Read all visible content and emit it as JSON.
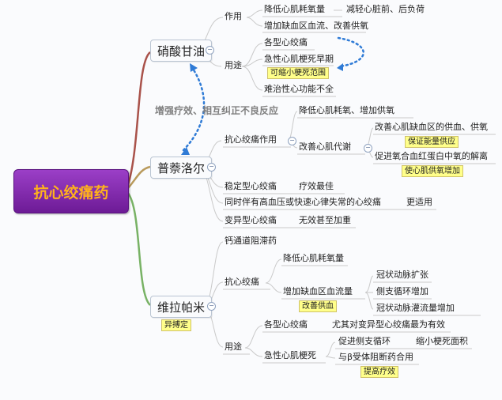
{
  "root": "抗心绞痛药",
  "relation": "增强疗效、相互纠正不良反应",
  "b1": {
    "title": "硝酸甘油",
    "action": "作用",
    "action1": "降低心肌耗氧量",
    "action1_result": "减轻心脏前、后负荷",
    "action2": "增加缺血区血流、改善供氧",
    "use": "用途",
    "use1": "各型心绞痛",
    "use2": "急性心肌梗死早期",
    "use2_note": "可缩小梗死范围",
    "use3": "难治性心功能不全"
  },
  "b2": {
    "title": "普萘洛尔",
    "action": "抗心绞痛作用",
    "a1": "降低心肌耗氧、增加供氧",
    "a2": "改善心肌代谢",
    "a2_1": "改善心肌缺血区的供血、供氧",
    "a2_1_note": "保证能量供应",
    "a2_2": "促进氧合血红蛋白中氧的解离",
    "a2_2_note": "使心肌供氧增加",
    "s1": "稳定型心绞痛",
    "s1_r": "疗效最佳",
    "s2": "同时伴有高血压或快速心律失常的心绞痛",
    "s2_r": "更适用",
    "s3": "变异型心绞痛",
    "s3_r": "无效甚至加重"
  },
  "b3": {
    "title": "维拉帕米",
    "title_note": "异搏定",
    "cls": "钙通道阻滞药",
    "action": "抗心绞痛",
    "a1": "降低心肌耗氧量",
    "a2": "增加缺血区血流量",
    "a2_note": "改善供血",
    "a2_1": "冠状动脉扩张",
    "a2_2": "侧支循环增加",
    "a2_3": "冠状动脉灌流量增加",
    "use": "用途",
    "u1": "各型心绞痛",
    "u1_r": "尤其对变异型心绞痛最为有效",
    "u2": "急性心肌梗死",
    "u2_1": "促进侧支循环",
    "u2_1_r": "缩小梗死面积",
    "u2_2": "与β受体阻断药合用",
    "u2_2_note": "提高疗效"
  },
  "colors": {
    "branch1": "#a9524a",
    "branch2": "#b99a5c",
    "branch3": "#78b265",
    "relation_arrow": "#2f7bd6"
  }
}
